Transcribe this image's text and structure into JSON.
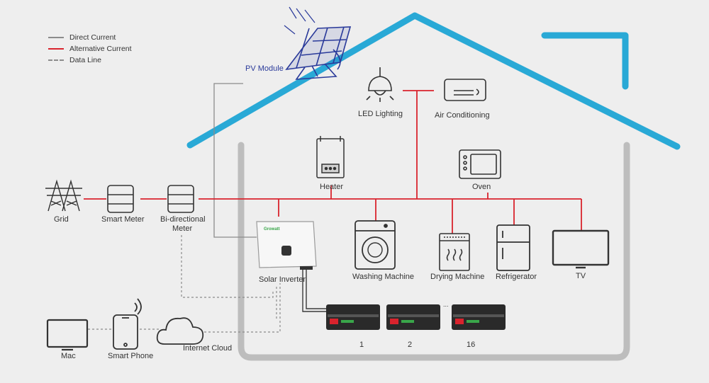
{
  "legend": {
    "dc": {
      "label": "Direct Current",
      "color": "#8c8c8c"
    },
    "ac": {
      "label": "Alternative Current",
      "color": "#d9232d"
    },
    "data": {
      "label": "Data Line",
      "color": "#8c8c8c"
    }
  },
  "colors": {
    "roof": "#29a9d6",
    "wall": "#bdbdbd",
    "pv": "#2a3a9a",
    "battery_led": "#d9232d"
  },
  "labels": {
    "pv_module": "PV Module",
    "led_lighting": "LED Lighting",
    "air_conditioning": "Air Conditioning",
    "heater": "Heater",
    "oven": "Oven",
    "grid": "Grid",
    "smart_meter": "Smart Meter",
    "bidirectional_meter_line1": "Bi-directional",
    "bidirectional_meter_line2": "Meter",
    "solar_inverter": "Solar Inverter",
    "inverter_brand": "Growatt",
    "washing_machine": "Washing Machine",
    "drying_machine": "Drying Machine",
    "refrigerator": "Refrigerator",
    "tv": "TV",
    "mac": "Mac",
    "smart_phone": "Smart Phone",
    "internet_cloud": "Internet Cloud",
    "battery_1": "1",
    "battery_2": "2",
    "battery_16": "16",
    "battery_ellipsis": "..."
  },
  "icons": [
    "solar-panel-icon",
    "bulb-icon",
    "air-conditioner-icon",
    "heater-icon",
    "oven-icon",
    "transmission-tower-icon",
    "meter-icon",
    "inverter-icon",
    "washing-machine-icon",
    "dryer-icon",
    "refrigerator-icon",
    "tv-icon",
    "monitor-icon",
    "phone-icon",
    "cloud-icon",
    "battery-icon"
  ]
}
